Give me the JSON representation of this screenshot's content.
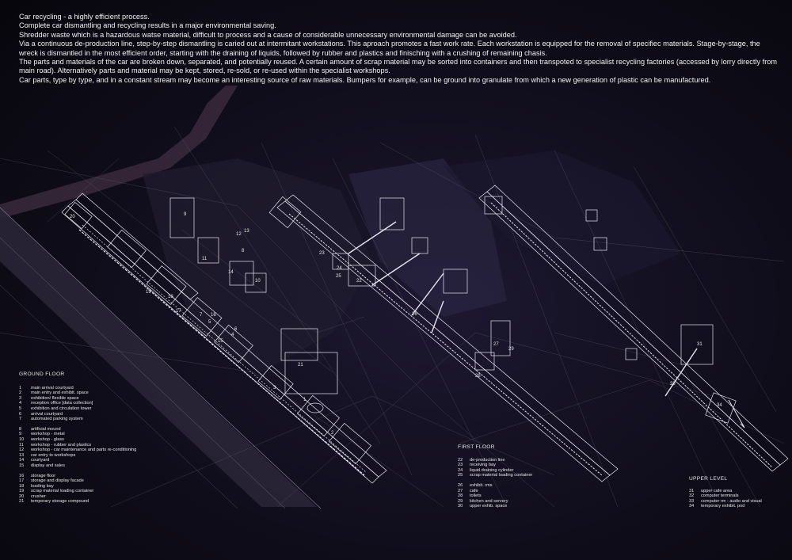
{
  "intro": {
    "lines": [
      "Car recycling - a highly efficient process.",
      "Complete car dismantling and recycling results in a major environmental saving.",
      "Shredder waste  which is a hazardous watse material, difficult to process and a cause of considerable unnecessary environmental damage can be avoided.",
      "Via a continuous de-production line, step-by-step dismantling is caried out at intermitant  workstations. This aproach promotes a fast work rate. Each workstation is equipped for the removal of specifiec materials. Stage-by-stage, the wreck is dismantled in the most efficient order, starting with the draining of liquids, followed by rubber and plastics and finisching with a crushing of remaining chasis.",
      "The parts and materials of the car are broken down, separated, and potentially reused. A certain amount of scrap material may be sorted into containers and then transpoted to specialist recycling factories (accessed by lorry directly from main road). Alternatively parts and material may be kept, stored, re-sold, or re-used within the specialist workshops.",
      "Car parts, type by type, and in a constant stream may become an interesting source of raw materials. Bumpers for example, can be ground into granulate from which a new generation of plastic can be manufactured."
    ]
  },
  "legend_ground": {
    "title": "GROUND FLOOR",
    "groups": [
      [
        {
          "n": "1",
          "t": "main arrival courtyard"
        },
        {
          "n": "2",
          "t": "main entry and exhibit. space"
        },
        {
          "n": "3",
          "t": "exhibition/ flexible space"
        },
        {
          "n": "4",
          "t": "reception office [data collection]"
        },
        {
          "n": "5",
          "t": "exhibition and circulation tower"
        },
        {
          "n": "6",
          "t": "arrival courtyard"
        },
        {
          "n": "7",
          "t": "automated parking system"
        }
      ],
      [
        {
          "n": "8",
          "t": "artificial mound"
        },
        {
          "n": "9",
          "t": "workshop - metal"
        },
        {
          "n": "10",
          "t": "workshop - glass"
        },
        {
          "n": "11",
          "t": "workshop - rubber and plastics"
        },
        {
          "n": "12",
          "t": "workshop - car maintenance and parts re-conditioning"
        },
        {
          "n": "13",
          "t": "car entry to workshops"
        },
        {
          "n": "14",
          "t": "courtyard"
        },
        {
          "n": "15",
          "t": "display and sales"
        }
      ],
      [
        {
          "n": "16",
          "t": "storage floor"
        },
        {
          "n": "17",
          "t": "storage and display facade"
        },
        {
          "n": "18",
          "t": "loading bay"
        },
        {
          "n": "19",
          "t": "scrap material loading container"
        },
        {
          "n": "20",
          "t": "crusher"
        },
        {
          "n": "21",
          "t": "temporary storage compound"
        }
      ]
    ]
  },
  "legend_first": {
    "title": "FIRST FLOOR",
    "groups": [
      [
        {
          "n": "22",
          "t": "de-production line"
        },
        {
          "n": "23",
          "t": "receiving bay"
        },
        {
          "n": "24",
          "t": "liquid draining cylinder"
        },
        {
          "n": "25",
          "t": "scrap material loading container"
        }
      ],
      [
        {
          "n": "26",
          "t": "exhibit. rms"
        },
        {
          "n": "27",
          "t": "cafe"
        },
        {
          "n": "28",
          "t": "toilets"
        },
        {
          "n": "29",
          "t": "kitchen and servery"
        },
        {
          "n": "30",
          "t": "upper exhib. space"
        }
      ]
    ]
  },
  "legend_upper": {
    "title": "UPPER LEVEL",
    "groups": [
      [
        {
          "n": "31",
          "t": "upper cafe area"
        },
        {
          "n": "32",
          "t": "computer terminals"
        },
        {
          "n": "33",
          "t": "computer rm - audio and visual"
        },
        {
          "n": "34",
          "t": "temporary exhibit. pod"
        }
      ]
    ]
  },
  "plan_labels": {
    "n1": "1",
    "n2": "2",
    "n3": "3",
    "n4": "4",
    "n5": "5",
    "n6": "6",
    "n7": "7",
    "n8": "8",
    "n9": "9",
    "n10": "10",
    "n11": "11",
    "n12": "12",
    "n13": "13",
    "n14": "14",
    "n15": "15",
    "n16": "16",
    "n17": "17",
    "n18": "18",
    "n19": "19",
    "n20": "20",
    "n21": "21",
    "n22": "22",
    "n23": "23",
    "n24": "24",
    "n25": "25",
    "n26": "26",
    "n27": "27",
    "n28": "28",
    "n29": "29",
    "n31": "31",
    "n33": "33",
    "n34": "34"
  },
  "colors": {
    "background": "#120f1f",
    "lines": "#e6e6f0",
    "road": "#3a2a3c"
  }
}
